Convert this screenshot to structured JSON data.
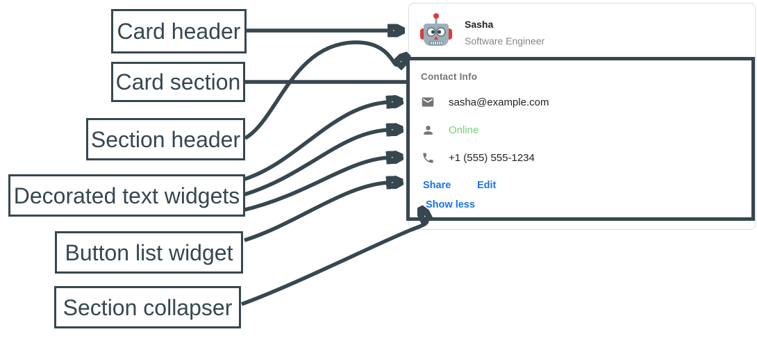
{
  "annotations": {
    "color": "#37474f",
    "labels": [
      {
        "id": "card-header",
        "text": "Card header"
      },
      {
        "id": "card-section",
        "text": "Card section"
      },
      {
        "id": "section-header",
        "text": "Section header"
      },
      {
        "id": "decorated-text-widgets",
        "text": "Decorated text widgets"
      },
      {
        "id": "button-list-widget",
        "text": "Button list widget"
      },
      {
        "id": "section-collapser",
        "text": "Section collapser"
      }
    ]
  },
  "card": {
    "header": {
      "avatar_icon": "robot-avatar",
      "title": "Sasha",
      "subtitle": "Software Engineer"
    },
    "section": {
      "title": "Contact Info",
      "widgets": [
        {
          "icon": "email-icon",
          "text": "sasha@example.com"
        },
        {
          "icon": "person-icon",
          "text": "Online"
        },
        {
          "icon": "phone-icon",
          "text": "+1 (555) 555-1234"
        }
      ],
      "buttons": [
        {
          "label": "Share"
        },
        {
          "label": "Edit"
        }
      ],
      "collapser_label": "Show less"
    },
    "colors": {
      "link_blue": "#1a73e8",
      "online_green": "#74d173",
      "icon_gray": "#757575",
      "muted_gray": "#80868b",
      "card_border": "#dadce0",
      "annotation": "#37474f"
    }
  }
}
